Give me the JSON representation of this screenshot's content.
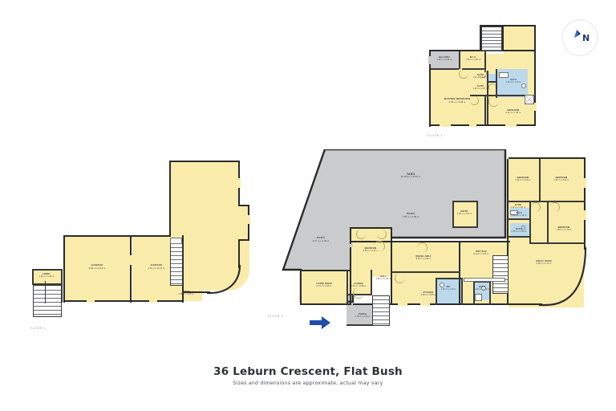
{
  "title": {
    "address": "36 Leburn Crescent, Flat Bush",
    "disclaimer": "Sizes and dimensions are approximate, actual may vary"
  },
  "compass": {
    "label": "N",
    "icon": "north-arrow-icon"
  },
  "floors": [
    {
      "id": "floor1",
      "tag": "FLOOR 1"
    },
    {
      "id": "floor2",
      "tag": "FLOOR 2"
    },
    {
      "id": "floor3",
      "tag": "FLOOR 3"
    }
  ],
  "colors": {
    "room_fill": "#f9ecab",
    "wet_fill": "#bcd9ec",
    "deck_fill": "#c9cbcc",
    "wall": "#2b2b2b",
    "entry_arrow": "#1f4fa8",
    "text": "#3b3d40",
    "title_text": "#2f3133"
  },
  "floor1_rooms": [
    {
      "name": "GARAGE",
      "dims": "5.99 m x 6.13 m"
    },
    {
      "name": "GARAGE",
      "dims": "4.51 m x 6.16 m"
    },
    {
      "name": "ENTRY",
      "dims": "1.05 m x 1.24 m"
    },
    {
      "name": "LOBBY",
      "dims": "1.49 m x 1.24 m"
    }
  ],
  "floor2_rooms": [
    {
      "name": "YARD",
      "dims": "16.80 m x 9.80 m"
    },
    {
      "name": "PATIO",
      "dims": "7.86 m x 2.89 m"
    },
    {
      "name": "PATIO",
      "dims": "3.77 m x 3.69 m"
    },
    {
      "name": "LIVING ROOM",
      "dims": "2.73 m x 4.30 m"
    },
    {
      "name": "BEDROOM",
      "dims": "2.85 m x 4.12 m"
    },
    {
      "name": "DINING AREA",
      "dims": "9.03 m x 4.58 m"
    },
    {
      "name": "KITCHEN",
      "dims": "4.09 m x 3.82 m"
    },
    {
      "name": "HALL",
      "dims": "4.28 m x 1.33 m"
    },
    {
      "name": "LOUNGE",
      "dims": "3.90 m x 2.98 m"
    },
    {
      "name": "PORCH",
      "dims": "2.48 m x 4.04 m"
    },
    {
      "name": "WET BAR",
      "dims": "6.12 m x 4.31 m"
    },
    {
      "name": "ENTRY",
      "dims": "7.08 m x 2.87 m"
    },
    {
      "name": "WC",
      "dims": "1.32 m x 1.40 m"
    },
    {
      "name": "BATH",
      "dims": "1.48 m x 2.43 m"
    },
    {
      "name": "BEDROOM",
      "dims": "3.61 m x 3.09 m"
    },
    {
      "name": "BEDROOM",
      "dims": "2.87 m x 3.66 m"
    },
    {
      "name": "BEDROOM",
      "dims": "3.39 m x 2.70 m"
    },
    {
      "name": "SUITE",
      "dims": "1.12 m x 1.96 m"
    },
    {
      "name": "BATH",
      "dims": "2.22 m x 1.18 m"
    },
    {
      "name": "BATH",
      "dims": "1.50 m x 2.06 m"
    },
    {
      "name": "GREAT ROOM",
      "dims": "6.00 m x 4.73 m"
    }
  ],
  "floor3_rooms": [
    {
      "name": "BALCONY",
      "dims": "2.99 m x 2.85 m"
    },
    {
      "name": "W.I.C.",
      "dims": "1.65 m x 1.91 m"
    },
    {
      "name": "MASTER BEDROOM",
      "dims": "4.99 m x 5.98 m"
    },
    {
      "name": "BATH",
      "dims": "2.99 m x 4.00 m"
    },
    {
      "name": "BEDROOM",
      "dims": "2.81 m x 2.91 m"
    },
    {
      "name": "SUITE",
      "dims": "1.41 m x 1.26 m"
    },
    {
      "name": "SUITE",
      "dims": "1.36 m x 2.37 m"
    },
    {
      "name": "BATH",
      "dims": "1.72 m x 1.44 m"
    }
  ]
}
